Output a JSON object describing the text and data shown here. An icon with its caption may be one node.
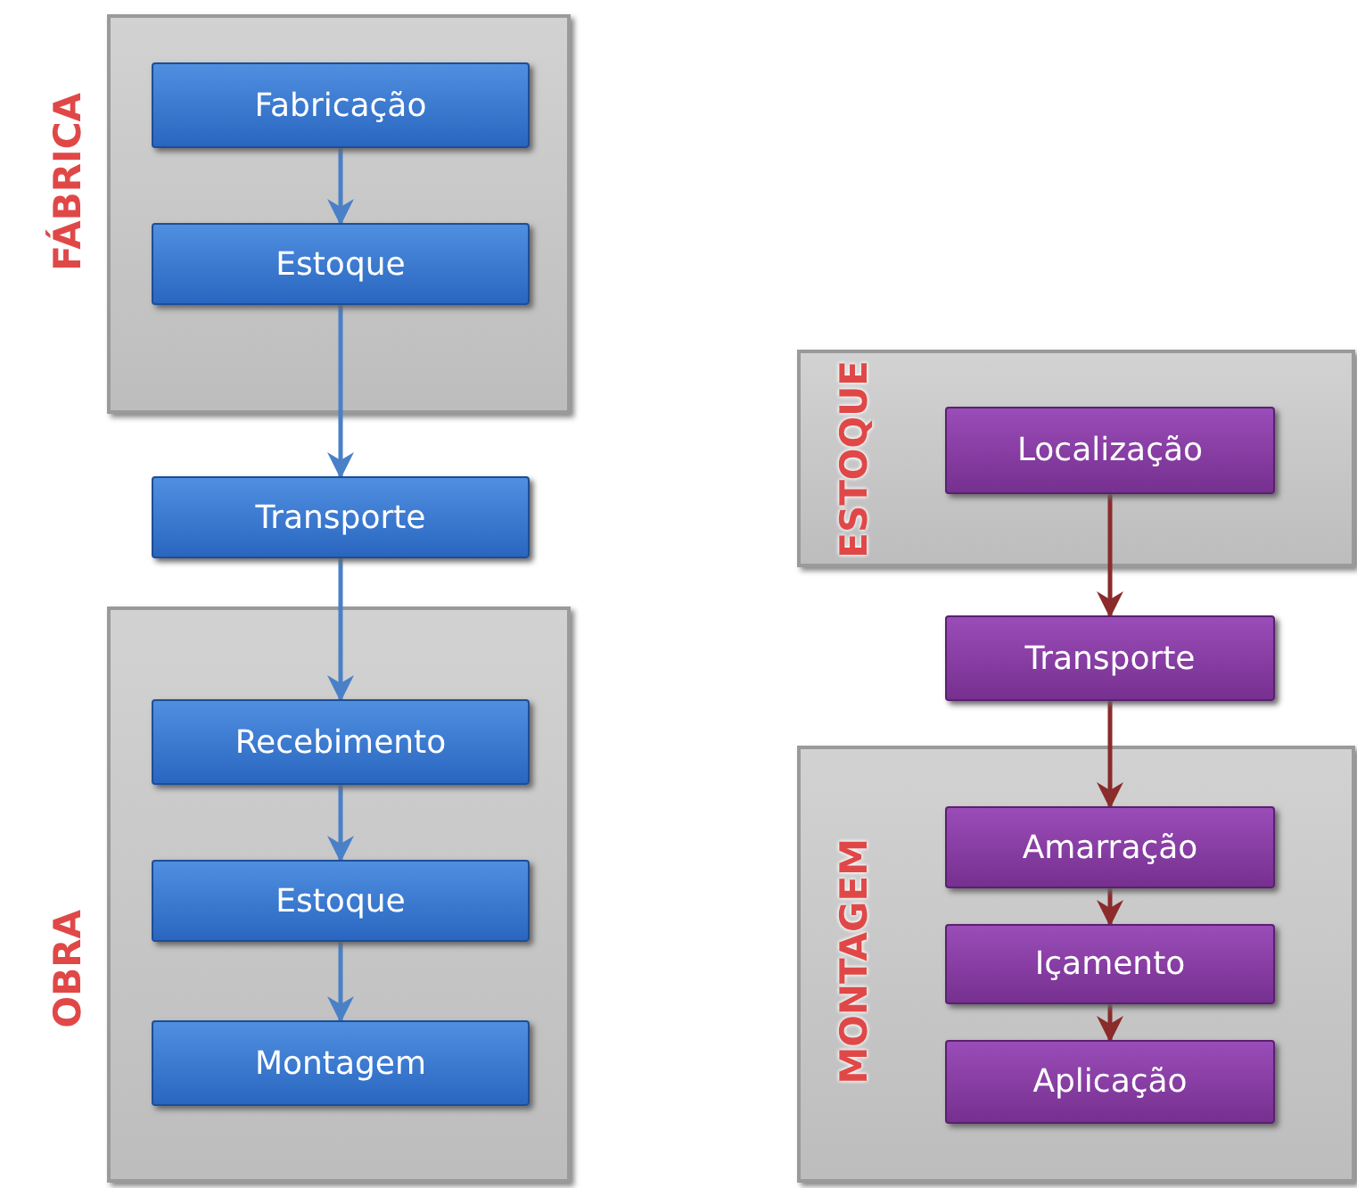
{
  "diagram": {
    "nodes": [
      {
        "text": [
          "FÁBRICA"
        ]
      },
      {
        "text": [
          "Fabricação"
        ],
        "in": 0
      },
      {
        "text": [
          "Estoque"
        ],
        "in": 0
      },
      {
        "text": [
          "Transporte"
        ]
      },
      {
        "text": [
          "OBRA"
        ]
      },
      {
        "text": [
          "Recebimento"
        ],
        "in": 4
      },
      {
        "text": [
          "Estoque"
        ],
        "in": 4
      },
      {
        "text": [
          "Montagem"
        ],
        "in": 4
      },
      {
        "text": [
          "ESTOQUE"
        ]
      },
      {
        "text": [
          "Localização"
        ],
        "in": 8
      },
      {
        "text": [
          "Transporte"
        ]
      },
      {
        "text": [
          "MONTAGEM"
        ]
      },
      {
        "text": [
          "Amarração"
        ],
        "in": 11
      },
      {
        "text": [
          "Içamento"
        ],
        "in": 11
      },
      {
        "text": [
          "Aplicação"
        ],
        "in": 11
      }
    ],
    "edges": [
      {
        "from": 1,
        "to": 2,
        "arrow": "to"
      },
      {
        "from": 2,
        "to": 3,
        "arrow": "to"
      },
      {
        "from": 3,
        "to": 5,
        "arrow": "to"
      },
      {
        "from": 5,
        "to": 6,
        "arrow": "to"
      },
      {
        "from": 6,
        "to": 7,
        "arrow": "to"
      },
      {
        "from": 9,
        "to": 10,
        "arrow": "to",
        "color": "#8b2b2b"
      },
      {
        "from": 10,
        "to": 12,
        "arrow": "to",
        "color": "#8b2b2b"
      },
      {
        "from": 12,
        "to": 13,
        "arrow": "to",
        "color": "#8b2b2b"
      },
      {
        "from": 13,
        "to": 14,
        "arrow": "to",
        "color": "#8b2b2b"
      }
    ]
  }
}
